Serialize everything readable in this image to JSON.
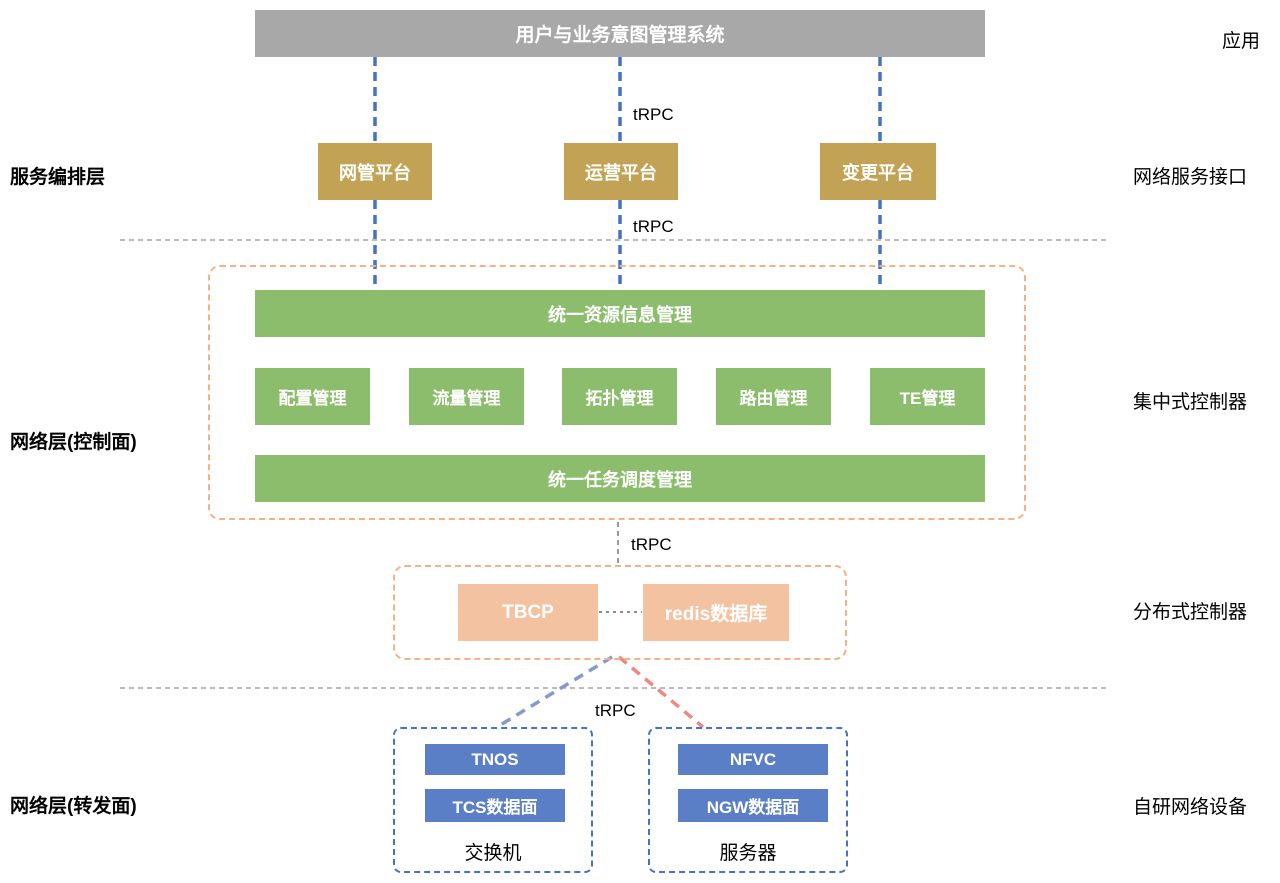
{
  "diagram": {
    "top_system": "用户与业务意图管理系统",
    "protocol_label": "tRPC",
    "platforms": [
      "网管平台",
      "运营平台",
      "变更平台"
    ],
    "control_plane": {
      "top_bar": "统一资源信息管理",
      "modules": [
        "配置管理",
        "流量管理",
        "拓扑管理",
        "路由管理",
        "TE管理"
      ],
      "bottom_bar": "统一任务调度管理"
    },
    "distributed_controller": {
      "left_box": "TBCP",
      "right_box": "redis数据库"
    },
    "forwarding_plane": {
      "switch": {
        "os": "TNOS",
        "data_plane": "TCS数据面",
        "device": "交换机"
      },
      "server": {
        "os": "NFVC",
        "data_plane": "NGW数据面",
        "device": "服务器"
      }
    },
    "side_labels": {
      "left": {
        "orchestration": "服务编排层",
        "control": "网络层(控制面)",
        "forwarding": "网络层(转发面)"
      },
      "right": {
        "application": "应用",
        "service_interface": "网络服务接口",
        "centralized": "集中式控制器",
        "distributed": "分布式控制器",
        "devices": "自研网络设备"
      }
    },
    "colors": {
      "gray_bar": "#a8a8a8",
      "gold": "#c2a254",
      "green": "#8cbd6d",
      "salmon": "#f3c3a1",
      "blue_box": "#5b7fc6",
      "blue_dash": "#4472c4",
      "orange_dash": "#f5b183",
      "red_dash": "#f38585",
      "divider": "#a6a6a6"
    }
  }
}
